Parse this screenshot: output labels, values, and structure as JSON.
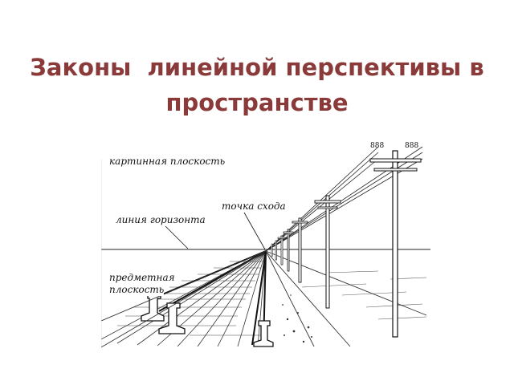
{
  "slide": {
    "title_line1": "Законы  линейной перспективы в",
    "title_line2": "пространстве"
  },
  "diagram": {
    "labels": {
      "picture_plane": "картинная плоскость",
      "vanishing_point": "точка схода",
      "horizon_line": "линия горизонта",
      "object_plane_1": "предметная",
      "object_plane_2": "плоскость"
    },
    "insulator_marks": {
      "left": "888",
      "right": "888"
    }
  },
  "colors": {
    "title": "#8b3a3a",
    "ink": "#111111"
  }
}
